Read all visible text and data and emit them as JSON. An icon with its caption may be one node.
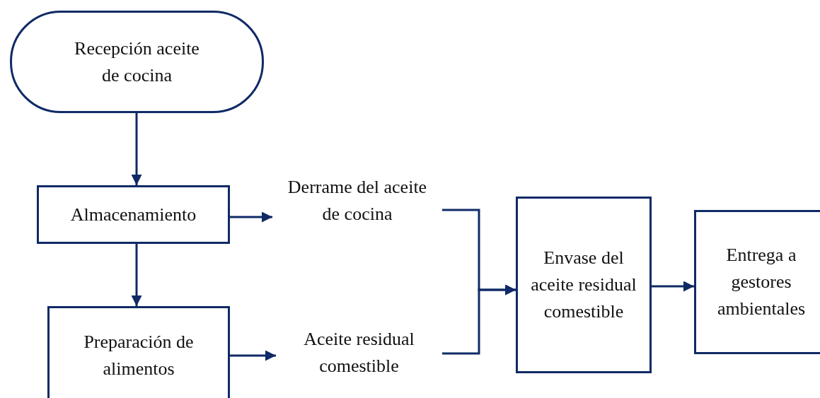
{
  "diagram": {
    "nodes": [
      {
        "text": [
          "Recepción aceite de cocina"
        ]
      },
      {
        "text": [
          "Almacenamiento"
        ]
      },
      {
        "text": [
          "Preparación de alimentos"
        ]
      },
      {
        "text": [
          "Derrame del aceite de cocina"
        ]
      },
      {
        "text": [
          "Aceite residual comestible"
        ]
      },
      {
        "text": [
          "Envase del aceite residual comestible"
        ]
      },
      {
        "text": [
          "Entrega a gestores ambientales"
        ]
      }
    ],
    "edges": [
      {
        "from": 0,
        "to": 1,
        "arrow": "to"
      },
      {
        "from": 1,
        "to": 2,
        "arrow": "to"
      },
      {
        "from": 1,
        "to": 3,
        "arrow": "to"
      },
      {
        "from": 2,
        "to": 4,
        "arrow": "to"
      },
      {
        "from": 3,
        "to": 5,
        "arrow": "to"
      },
      {
        "from": 4,
        "to": 5,
        "arrow": "to"
      },
      {
        "from": 5,
        "to": 6,
        "arrow": "to"
      }
    ]
  }
}
